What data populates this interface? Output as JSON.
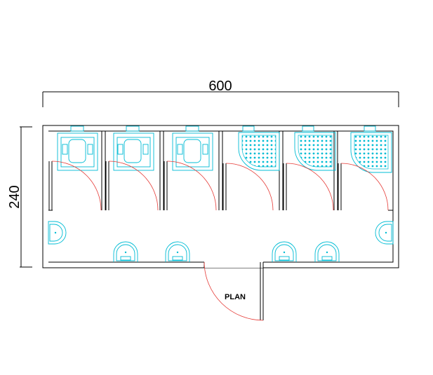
{
  "drawing": {
    "width_dimension": "600",
    "height_dimension": "240",
    "view_label": "PLAN"
  },
  "colors": {
    "walls": "#000000",
    "fixtures": "#00bcd4",
    "door_swing": "#e53935",
    "background": "#ffffff"
  },
  "fixtures": {
    "toilets": 3,
    "shower_trays": 3,
    "wall_washbasins": 2,
    "vanity_washbasins": 4,
    "doors": 7
  }
}
